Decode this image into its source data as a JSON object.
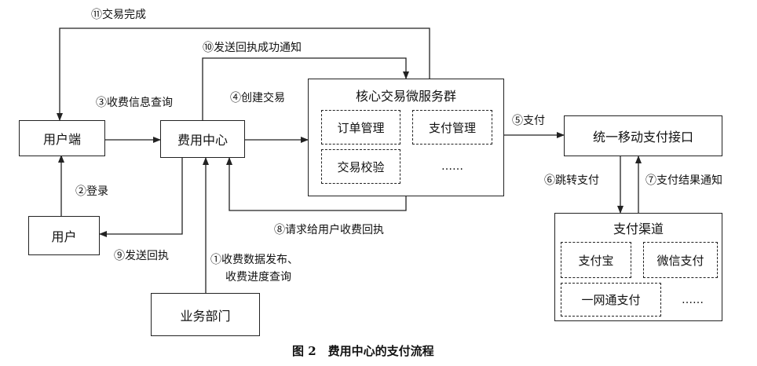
{
  "nodes": {
    "user_client": "用户端",
    "user": "用户",
    "fee_center": "费用中心",
    "business_dept": "业务部门",
    "core_group": "核心交易微服务群",
    "order_mgmt": "订单管理",
    "payment_mgmt": "支付管理",
    "trade_verify": "交易校验",
    "core_more": "……",
    "mobile_pay_api": "统一移动支付接口",
    "pay_channels": "支付渠道",
    "alipay": "支付宝",
    "wechat_pay": "微信支付",
    "yiwangtong": "一网通支付",
    "channel_more": "……"
  },
  "edges": {
    "e1_line1": "①收费数据发布、",
    "e1_line2": "收费进度查询",
    "e2": "②登录",
    "e3": "③收费信息查询",
    "e4": "④创建交易",
    "e5": "⑤支付",
    "e6": "⑥跳转支付",
    "e7": "⑦支付结果通知",
    "e8": "⑧请求给用户收费回执",
    "e9": "⑨发送回执",
    "e10": "⑩发送回执成功通知",
    "e11": "⑪交易完成"
  },
  "caption": "图 2　费用中心的支付流程"
}
